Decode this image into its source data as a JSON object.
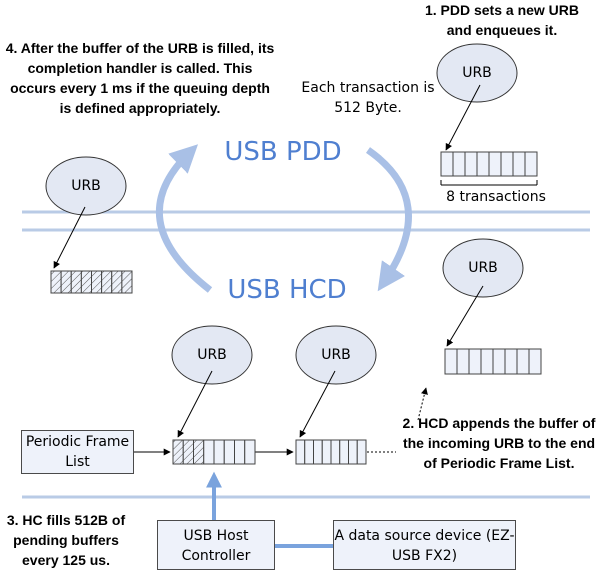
{
  "notes": {
    "step1": "1. PDD sets a new URB and enqueues it.",
    "step2": "2. HCD appends the buffer of the incoming URB to the end of Periodic Frame List.",
    "step3": "3. HC fills 512B of pending buffers every 125 us.",
    "step4": "4. After the buffer of the URB is filled, its completion handler is called. This occurs every 1 ms if the queuing depth is defined appropriately."
  },
  "labels": {
    "transaction_size": "Each transaction is 512 Byte.",
    "transactions_count": "8 transactions",
    "pdd": "USB PDD",
    "hcd": "USB HCD",
    "urb": "URB"
  },
  "boxes": {
    "periodic_frame_list": "Periodic Frame List",
    "host_controller": "USB Host Controller",
    "data_source": "A data source device (EZ-USB FX2)"
  },
  "colors": {
    "layer_line": "#b9cbe6",
    "cycle_arrow": "#a9c0e6",
    "dma_arrow": "#7aa3dd",
    "urb_fill": "#e3e8f3",
    "buffer_fill": "#eef2fa",
    "label_blue": "#4f7fd0"
  }
}
